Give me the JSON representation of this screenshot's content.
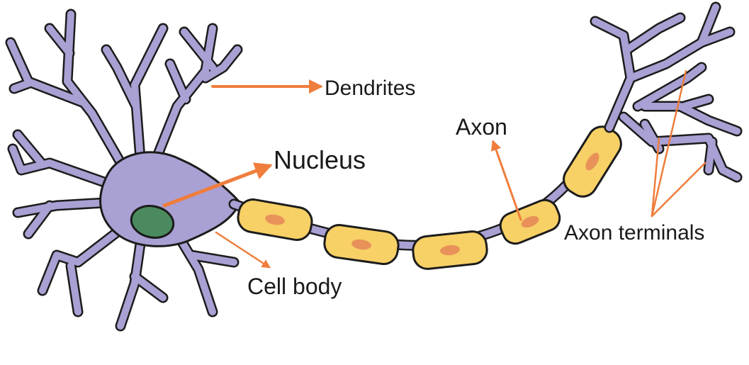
{
  "labels": {
    "dendrites": "Dendrites",
    "nucleus": "Nucleus",
    "axon": "Axon",
    "cell_body": "Cell body",
    "axon_terminals": "Axon terminals"
  },
  "colors": {
    "cell_fill": "#a9a0d3",
    "outline": "#1c1c1c",
    "nucleus_fill": "#4a8a5e",
    "myelin_fill": "#f7d066",
    "myelin_nucleus": "#e8925a",
    "arrow": "#ef7d3c",
    "background": "#ffffff"
  }
}
